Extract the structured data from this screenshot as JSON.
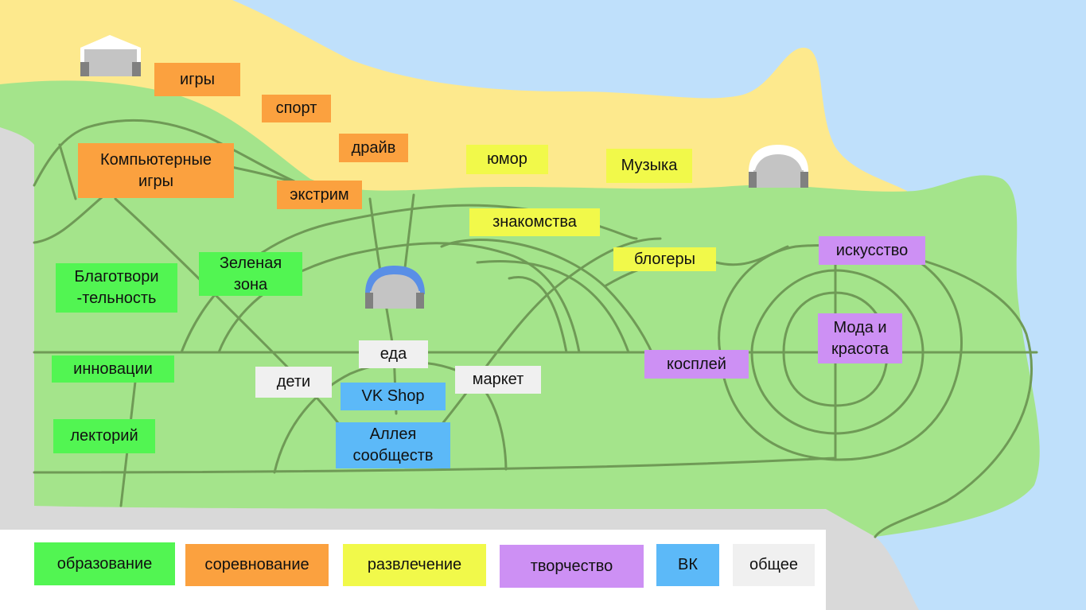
{
  "map": {
    "colors": {
      "sea": "#bfe0fb",
      "beach": "#fde98d",
      "park": "#a4e48b",
      "path": "#6f9a56",
      "road": "#d9d9d9",
      "education": "#52f552",
      "competition": "#fba13f",
      "entertainment": "#f1f94a",
      "creativity": "#cd90f4",
      "vk": "#5cb9f8",
      "general": "#f0f0f0"
    },
    "zones": {
      "games": "игры",
      "sport": "спорт",
      "drive": "драйв",
      "extreme": "экстрим",
      "computer_games": [
        "Компьютерные",
        "игры"
      ],
      "humor": "юмор",
      "music": "Музыка",
      "dating": "знакомства",
      "bloggers": "блогеры",
      "art": "искусство",
      "fashion_beauty": [
        "Мода и",
        "красота"
      ],
      "cosplay": "косплей",
      "charity": [
        "Благотвори",
        "-тельность"
      ],
      "green_zone": [
        "Зеленая",
        "зона"
      ],
      "innovations": "инновации",
      "lecture_hall": "лекторий",
      "food": "еда",
      "kids": "дети",
      "market": "маркет",
      "vk_shop": "VK Shop",
      "communities_alley": [
        "Аллея",
        "сообществ"
      ]
    }
  },
  "legend": {
    "education": "образование",
    "competition": "соревнование",
    "entertainment": "развлечение",
    "creativity": "творчество",
    "vk": "ВК",
    "general": "общее"
  }
}
